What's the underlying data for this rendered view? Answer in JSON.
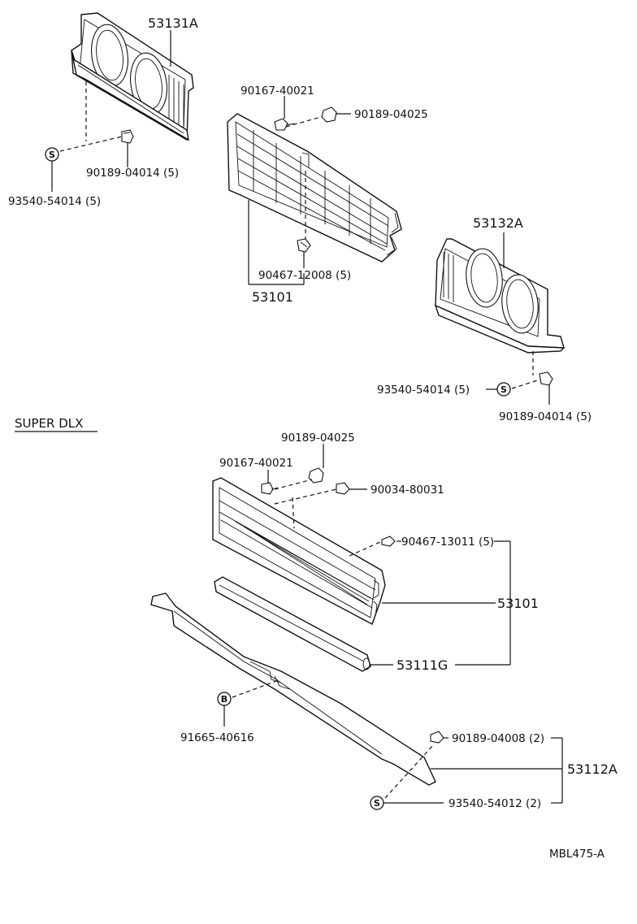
{
  "labels": {
    "p53131A": "53131A",
    "p90167_40021_top": "90167-40021",
    "p90189_04025_top": "90189-04025",
    "p90189_04014_left": "90189-04014 (5)",
    "p93540_54014_left": "93540-54014 (5)",
    "p90467_12008": "90467-12008 (5)",
    "p53101_top": "53101",
    "p53132A": "53132A",
    "p93540_54014_right": "93540-54014 (5)",
    "p90189_04014_right": "90189-04014 (5)",
    "section_super_dlx": "SUPER DLX",
    "p90189_04025_bottom": "90189-04025",
    "p90167_40021_bottom": "90167-40021",
    "p90034_80031": "90034-80031",
    "p90467_13011": "90467-13011 (5)",
    "p53101_bottom": "53101",
    "p53111G": "53111G",
    "p91665_40616": "91665-40616",
    "p90189_04008": "90189-04008 (2)",
    "p53112A": "53112A",
    "p93540_54012": "93540-54012 (2)",
    "drawing_code": "MBL475-A"
  },
  "symbols": {
    "s": "S",
    "b": "B"
  }
}
